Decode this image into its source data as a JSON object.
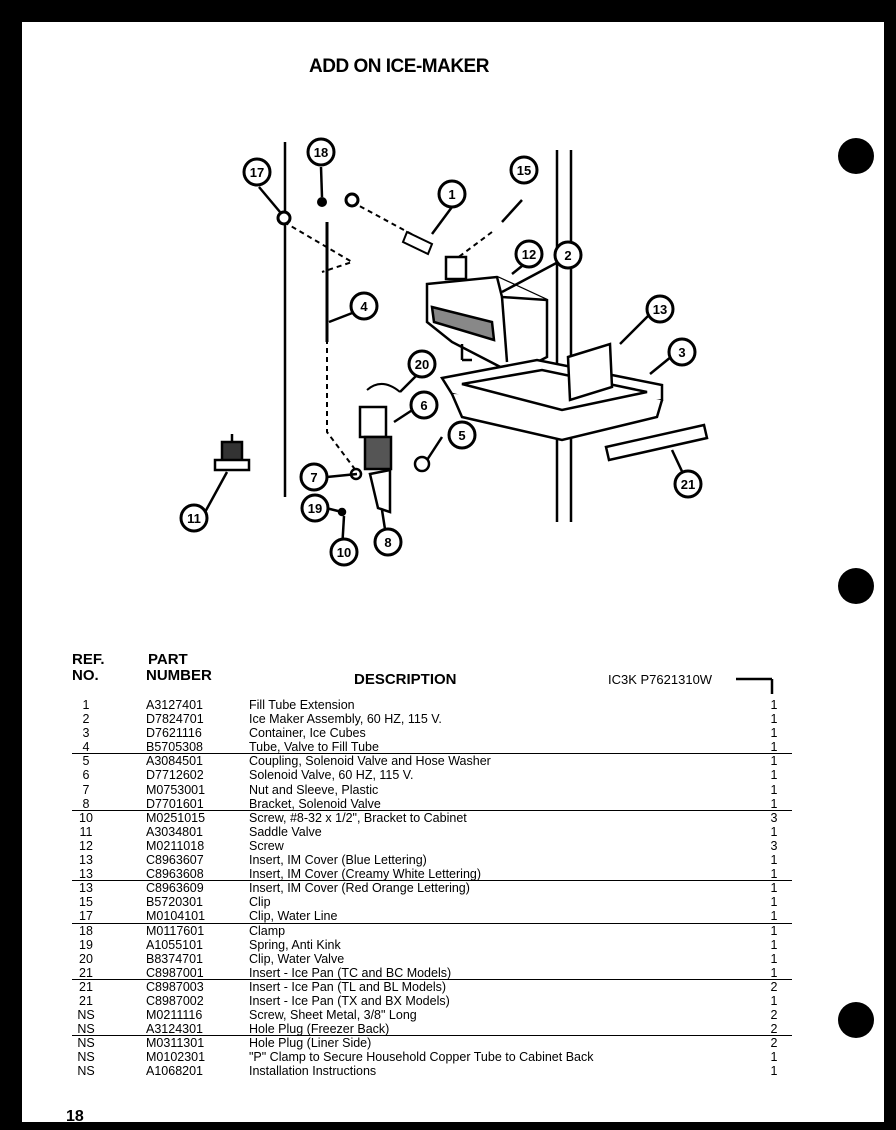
{
  "title": "ADD ON ICE-MAKER",
  "headers": {
    "ref_line1": "REF.",
    "ref_line2": "NO.",
    "part_line1": "PART",
    "part_line2": "NUMBER",
    "description": "DESCRIPTION",
    "model": "IC3K  P7621310W"
  },
  "callouts": [
    "1",
    "2",
    "3",
    "4",
    "5",
    "6",
    "7",
    "8",
    "10",
    "11",
    "12",
    "13",
    "15",
    "17",
    "18",
    "19",
    "20",
    "21"
  ],
  "parts": [
    {
      "ref": "1",
      "part": "A3127401",
      "desc": "Fill Tube Extension",
      "qty": "1"
    },
    {
      "ref": "2",
      "part": "D7824701",
      "desc": "Ice Maker Assembly, 60 HZ, 115 V.",
      "qty": "1"
    },
    {
      "ref": "3",
      "part": "D7621116",
      "desc": "Container, Ice Cubes",
      "qty": "1"
    },
    {
      "ref": "4",
      "part": "B5705308",
      "desc": "Tube, Valve to Fill Tube",
      "qty": "1"
    },
    {
      "ref": "5",
      "part": "A3084501",
      "desc": "Coupling, Solenoid Valve and Hose Washer",
      "qty": "1"
    },
    {
      "ref": "6",
      "part": "D7712602",
      "desc": "Solenoid Valve, 60 HZ, 115 V.",
      "qty": "1"
    },
    {
      "ref": "7",
      "part": "M0753001",
      "desc": "Nut and Sleeve, Plastic",
      "qty": "1"
    },
    {
      "ref": "8",
      "part": "D7701601",
      "desc": "Bracket, Solenoid Valve",
      "qty": "1"
    },
    {
      "ref": "10",
      "part": "M0251015",
      "desc": "Screw, #8-32 x 1/2\", Bracket to Cabinet",
      "qty": "3"
    },
    {
      "ref": "11",
      "part": "A3034801",
      "desc": "Saddle Valve",
      "qty": "1"
    },
    {
      "ref": "12",
      "part": "M0211018",
      "desc": "Screw",
      "qty": "3"
    },
    {
      "ref": "13",
      "part": "C8963607",
      "desc": "Insert, IM Cover (Blue Lettering)",
      "qty": "1"
    },
    {
      "ref": "13",
      "part": "C8963608",
      "desc": "Insert, IM Cover (Creamy White Lettering)",
      "qty": "1"
    },
    {
      "ref": "13",
      "part": "C8963609",
      "desc": "Insert, IM Cover (Red Orange Lettering)",
      "qty": "1"
    },
    {
      "ref": "15",
      "part": "B5720301",
      "desc": "Clip",
      "qty": "1"
    },
    {
      "ref": "17",
      "part": "M0104101",
      "desc": "Clip, Water Line",
      "qty": "1"
    },
    {
      "ref": "18",
      "part": "M0117601",
      "desc": "Clamp",
      "qty": "1"
    },
    {
      "ref": "19",
      "part": "A1055101",
      "desc": "Spring, Anti Kink",
      "qty": "1"
    },
    {
      "ref": "20",
      "part": "B8374701",
      "desc": "Clip, Water Valve",
      "qty": "1"
    },
    {
      "ref": "21",
      "part": "C8987001",
      "desc": "Insert - Ice Pan (TC and BC Models)",
      "qty": "1"
    },
    {
      "ref": "21",
      "part": "C8987003",
      "desc": "Insert - Ice Pan (TL and BL Models)",
      "qty": "2"
    },
    {
      "ref": "21",
      "part": "C8987002",
      "desc": "Insert - Ice Pan (TX and BX Models)",
      "qty": "1"
    },
    {
      "ref": "NS",
      "part": "M0211116",
      "desc": "Screw, Sheet Metal, 3/8\" Long",
      "qty": "2"
    },
    {
      "ref": "NS",
      "part": "A3124301",
      "desc": "Hole Plug (Freezer Back)",
      "qty": "2"
    },
    {
      "ref": "NS",
      "part": "M0311301",
      "desc": "Hole Plug (Liner Side)",
      "qty": "2"
    },
    {
      "ref": "NS",
      "part": "M0102301",
      "desc": "\"P\" Clamp to Secure Household Copper Tube to Cabinet Back",
      "qty": "1"
    },
    {
      "ref": "NS",
      "part": "A1068201",
      "desc": "Installation Instructions",
      "qty": "1"
    }
  ],
  "page_number": "18"
}
